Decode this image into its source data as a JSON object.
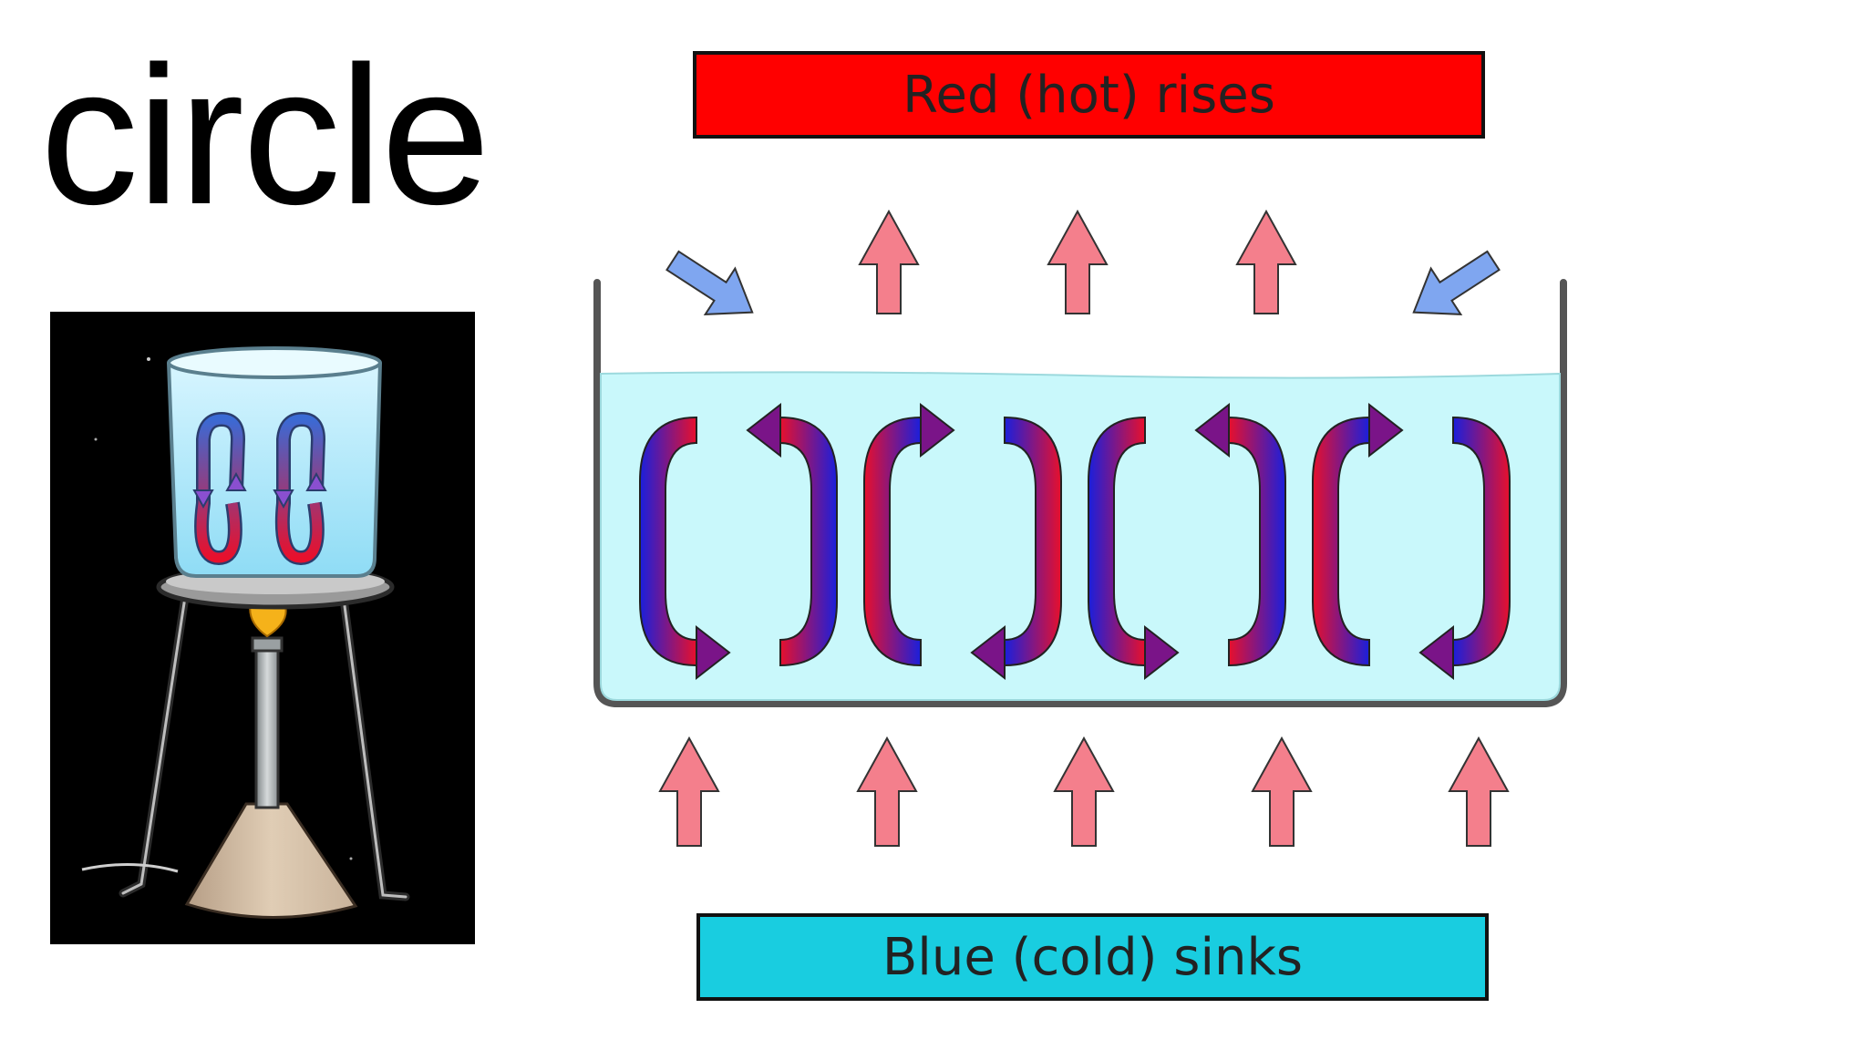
{
  "slide": {
    "title": "circle",
    "hot_label": "Red (hot) rises",
    "cold_label": "Blue (cold) sinks"
  },
  "colors": {
    "hot": "#ff0000",
    "cold_box": "#19cde0",
    "rise_arrow": "#f47f8c",
    "sink_arrow": "#7fa6f0",
    "water": "#c9f8fb",
    "current_hot": "#e8102c",
    "current_cold": "#1a1fdc"
  },
  "icons": [
    "bunsen-burner-icon",
    "beaker-icon",
    "tripod-icon",
    "flame-icon"
  ]
}
